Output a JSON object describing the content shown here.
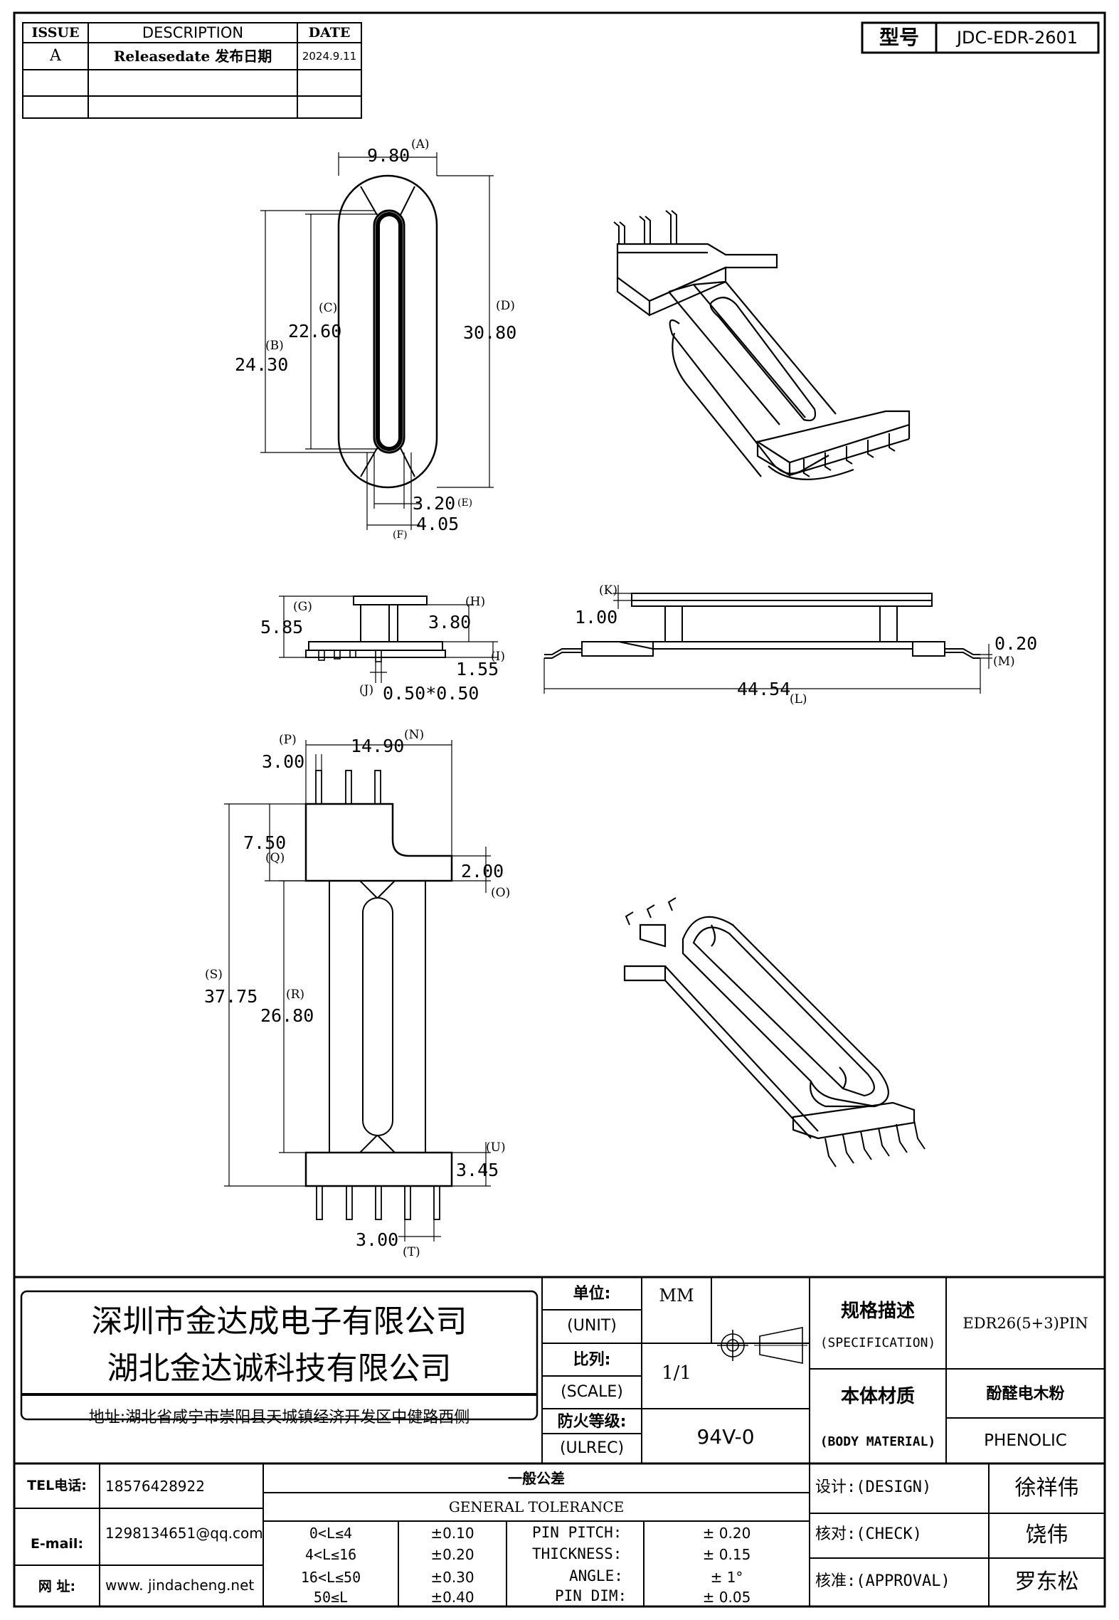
{
  "revision": {
    "headers": {
      "issue": "ISSUE",
      "description": "DESCRIPTION",
      "date": "DATE"
    },
    "rows": [
      {
        "issue": "A",
        "description": "Releasedate 发布日期",
        "date": "2024.9.11"
      }
    ]
  },
  "model": {
    "label": "型号",
    "value": "JDC-EDR-2601"
  },
  "views": {
    "top": {
      "dims": [
        {
          "v": "9.80",
          "t": "(A)"
        },
        {
          "v": "24.30",
          "t": "(B)"
        },
        {
          "v": "22.60",
          "t": "(C)"
        },
        {
          "v": "30.80",
          "t": "(D)"
        },
        {
          "v": "3.20",
          "t": "(E)"
        },
        {
          "v": "4.05",
          "t": "(F)"
        }
      ]
    },
    "side_small": {
      "dims": [
        {
          "v": "5.85",
          "t": "(G)"
        },
        {
          "v": "3.80",
          "t": "(H)"
        },
        {
          "v": "1.55",
          "t": "(I)"
        },
        {
          "v": "0.50*0.50",
          "t": "(J)"
        }
      ]
    },
    "side_long": {
      "dims": [
        {
          "v": "1.00",
          "t": "(K)"
        },
        {
          "v": "44.54",
          "t": "(L)"
        },
        {
          "v": "0.20",
          "t": "(M)"
        }
      ]
    },
    "bottom": {
      "dims": [
        {
          "v": "14.90",
          "t": "(N)"
        },
        {
          "v": "2.00",
          "t": "(O)"
        },
        {
          "v": "3.00",
          "t": "(P)"
        },
        {
          "v": "7.50",
          "t": "(Q)"
        },
        {
          "v": "26.80",
          "t": "(R)"
        },
        {
          "v": "37.75",
          "t": "(S)"
        },
        {
          "v": "3.00",
          "t": "(T)"
        },
        {
          "v": "3.45",
          "t": "(U)"
        }
      ]
    }
  },
  "title_block": {
    "company_cn_1": "深圳市金达成电子有限公司",
    "company_cn_2": "湖北金达诚科技有限公司",
    "address": "地址:湖北省咸宁市崇阳县天城镇经济开发区中健路西侧",
    "unit_label": "单位:",
    "unit_label_en": "(UNIT)",
    "unit_value": "MM",
    "scale_label": "比列:",
    "scale_label_en": "(SCALE)",
    "scale_value": "1/1",
    "fire_label": "防火等级:",
    "fire_label_en": "(ULREC)",
    "fire_value": "94V-0",
    "spec_label": "规格描述",
    "spec_label_en": "(SPECIFICATION)",
    "spec_value": "EDR26(5+3)PIN",
    "material_label": "本体材质",
    "material_label_en": "(BODY MATERIAL)",
    "material_value_cn": "酚醛电木粉",
    "material_value_en": "PHENOLIC",
    "tel_label": "TEL电话:",
    "tel_value": "18576428922",
    "email_label": "E-mail:",
    "email_value": "1298134651@qq.com",
    "web_label": "网  址:",
    "web_value": "www. jindacheng.net",
    "tolerance_title_cn": "一般公差",
    "tolerance_title_en": "GENERAL TOLERANCE",
    "tolerances": [
      {
        "range": "0<L≤4",
        "tol": "±0.10",
        "item": "PIN PITCH:",
        "value": "± 0.20"
      },
      {
        "range": "4<L≤16",
        "tol": "±0.20",
        "item": "THICKNESS:",
        "value": "± 0.15"
      },
      {
        "range": "16<L≤50",
        "tol": "±0.30",
        "item": "ANGLE:",
        "value": "± 1°"
      },
      {
        "range": "50≤L",
        "tol": "±0.40",
        "item": "PIN DIM:",
        "value": "± 0.05"
      }
    ],
    "design_label": "设计:(DESIGN)",
    "design_value": "徐祥伟",
    "check_label": "核对:(CHECK)",
    "check_value": "饶伟",
    "approval_label": "核准:(APPROVAL)",
    "approval_value": "罗东松"
  }
}
